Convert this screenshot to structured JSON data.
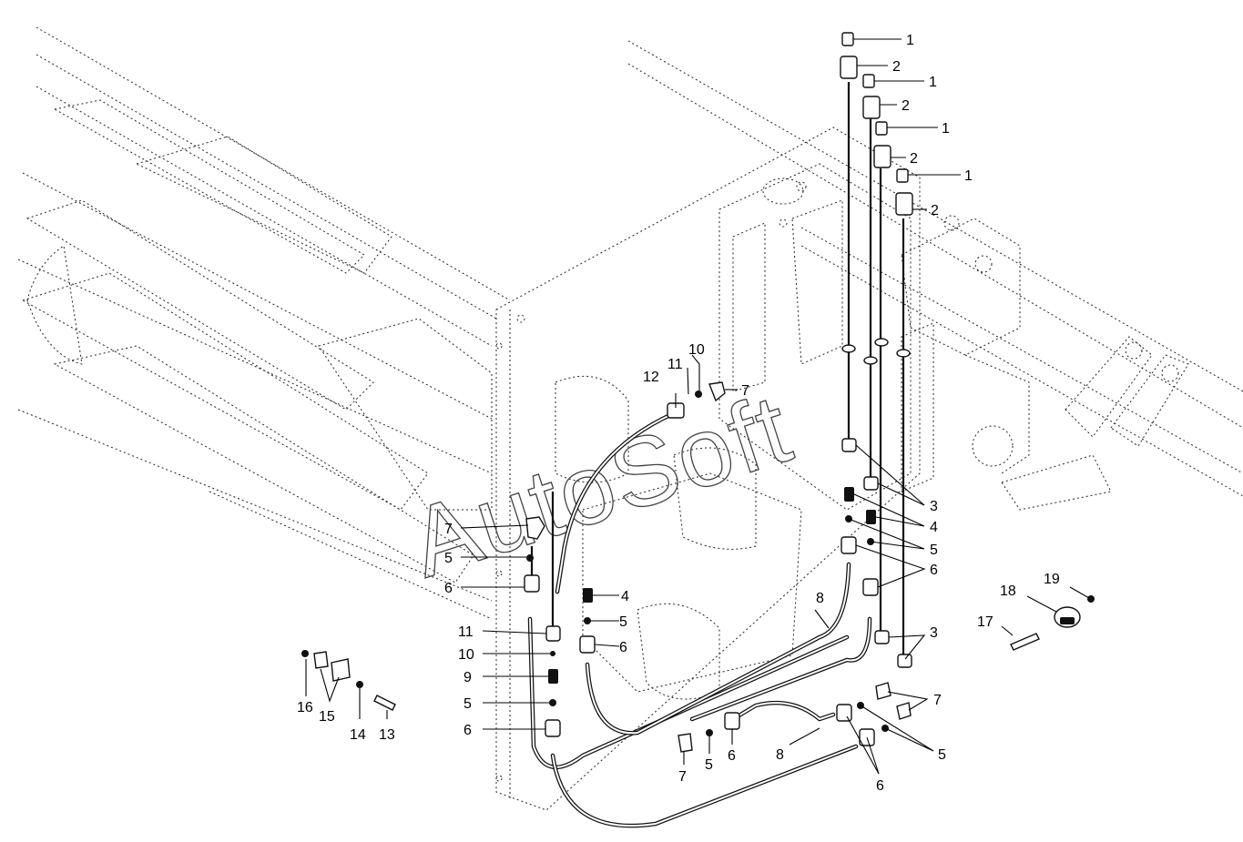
{
  "watermark": "AutoSoft",
  "callouts": [
    {
      "id": "c1a",
      "label": "1"
    },
    {
      "id": "c2a",
      "label": "2"
    },
    {
      "id": "c1b",
      "label": "1"
    },
    {
      "id": "c2b",
      "label": "2"
    },
    {
      "id": "c1c",
      "label": "1"
    },
    {
      "id": "c2c",
      "label": "2"
    },
    {
      "id": "c1d",
      "label": "1"
    },
    {
      "id": "c2d",
      "label": "2"
    },
    {
      "id": "c3a",
      "label": "3"
    },
    {
      "id": "c4a",
      "label": "4"
    },
    {
      "id": "c5a",
      "label": "5"
    },
    {
      "id": "c6a",
      "label": "6"
    },
    {
      "id": "c3b",
      "label": "3"
    },
    {
      "id": "c7r",
      "label": "7"
    },
    {
      "id": "c5r",
      "label": "5"
    },
    {
      "id": "c6b",
      "label": "6"
    },
    {
      "id": "c8a",
      "label": "8"
    },
    {
      "id": "c8b",
      "label": "8"
    },
    {
      "id": "c7b",
      "label": "7"
    },
    {
      "id": "c5b",
      "label": "5"
    },
    {
      "id": "c6c",
      "label": "6"
    },
    {
      "id": "c10a",
      "label": "10"
    },
    {
      "id": "c11a",
      "label": "11"
    },
    {
      "id": "c12a",
      "label": "12"
    },
    {
      "id": "c7a",
      "label": "7"
    },
    {
      "id": "c7l",
      "label": "7"
    },
    {
      "id": "c5l",
      "label": "5"
    },
    {
      "id": "c6l",
      "label": "6"
    },
    {
      "id": "c11l",
      "label": "11"
    },
    {
      "id": "c10l",
      "label": "10"
    },
    {
      "id": "c9l",
      "label": "9"
    },
    {
      "id": "c5l2",
      "label": "5"
    },
    {
      "id": "c6l2",
      "label": "6"
    },
    {
      "id": "c4m",
      "label": "4"
    },
    {
      "id": "c5m",
      "label": "5"
    },
    {
      "id": "c6m",
      "label": "6"
    },
    {
      "id": "c16",
      "label": "16"
    },
    {
      "id": "c15",
      "label": "15"
    },
    {
      "id": "c14",
      "label": "14"
    },
    {
      "id": "c13",
      "label": "13"
    },
    {
      "id": "c17",
      "label": "17"
    },
    {
      "id": "c18",
      "label": "18"
    },
    {
      "id": "c19",
      "label": "19"
    }
  ]
}
